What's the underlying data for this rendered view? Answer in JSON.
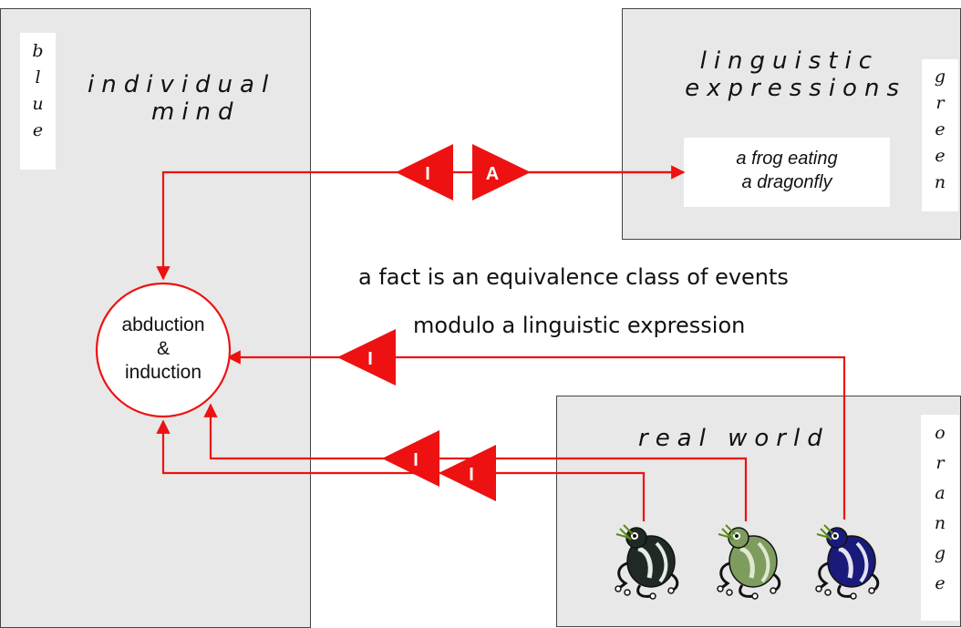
{
  "panels": {
    "mind": {
      "title_line1": "individual",
      "title_line2": "mind",
      "side_letters": [
        "b",
        "l",
        "u",
        "e"
      ]
    },
    "linguistic": {
      "title_line1": "linguistic",
      "title_line2": "expressions",
      "side_letters": [
        "g",
        "r",
        "e",
        "e",
        "n"
      ],
      "expression_line1": "a frog eating",
      "expression_line2": "a dragonfly"
    },
    "world": {
      "title": "real world",
      "side_letters": [
        "o",
        "r",
        "a",
        "n",
        "g",
        "e"
      ]
    }
  },
  "node": {
    "line1": "abduction",
    "line2": "&",
    "line3": "induction"
  },
  "captions": {
    "line1": "a fact is an equivalence class of events",
    "line2": "modulo a linguistic expression"
  },
  "markers": {
    "interpret": "I",
    "articulate": "A"
  },
  "frogs": [
    {
      "name": "frog-dark",
      "fill": "#1f2a24",
      "light": "#e8ebe6"
    },
    {
      "name": "frog-green",
      "fill": "#7f9c5f",
      "light": "#dfe9cf"
    },
    {
      "name": "frog-blue",
      "fill": "#1a1a7a",
      "light": "#e3e3f2"
    }
  ],
  "colors": {
    "arrow": "#ee1111",
    "panel": "#e8e8e8"
  }
}
